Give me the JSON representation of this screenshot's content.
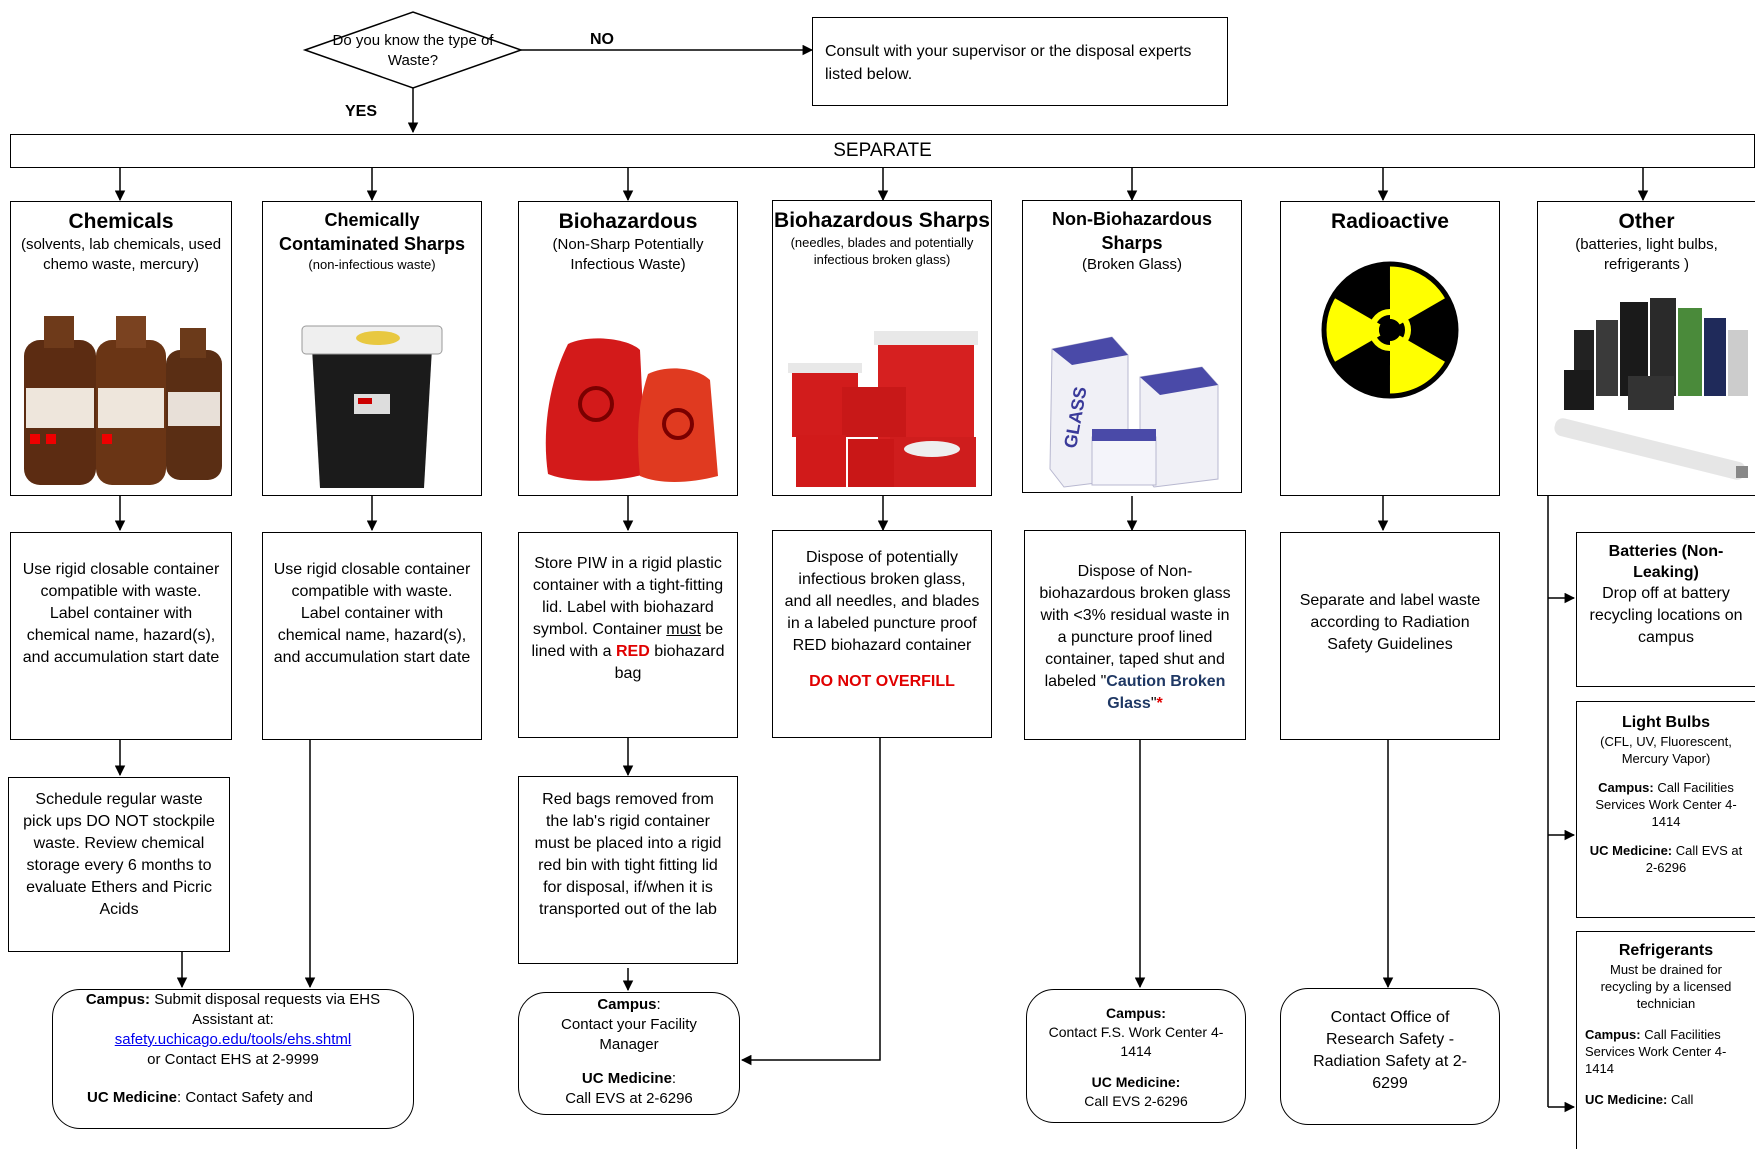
{
  "decision": {
    "question": "Do you know the type of Waste?",
    "no_label": "NO",
    "yes_label": "YES",
    "consult_text": "Consult with your supervisor or the disposal experts listed below."
  },
  "separate_label": "SEPARATE",
  "categories": [
    {
      "title": "Chemicals",
      "subtitle": "(solvents, lab chemicals, used chemo waste, mercury)",
      "icon": "chemical-bottles-icon"
    },
    {
      "title": "Chemically Contaminated Sharps",
      "subtitle": "(non-infectious waste)",
      "icon": "sharps-container-icon"
    },
    {
      "title": "Biohazardous",
      "subtitle": "(Non-Sharp Potentially Infectious Waste)",
      "icon": "biohazard-bag-icon"
    },
    {
      "title": "Biohazardous Sharps",
      "subtitle": "(needles, blades and potentially infectious broken glass)",
      "icon": "red-sharps-container-icon"
    },
    {
      "title": "Non-Biohazardous Sharps",
      "subtitle": "(Broken Glass)",
      "icon": "glass-box-icon"
    },
    {
      "title": "Radioactive",
      "subtitle": "",
      "icon": "radiation-trefoil-icon"
    },
    {
      "title": "Other",
      "subtitle": "(batteries, light bulbs, refrigerants )",
      "icon": "batteries-bulb-icon"
    }
  ],
  "instructions": {
    "chemicals": "Use rigid closable container compatible with waste.  Label container with chemical name, hazard(s), and accumulation start date",
    "chem_sharps": "Use rigid closable container compatible with waste.  Label container with chemical name, hazard(s), and accumulation start date",
    "biohazard": {
      "part1": "Store PIW in a rigid plastic container with a tight-fitting lid.  Label with biohazard symbol.  Container ",
      "must": "must",
      "part2": " be lined with a ",
      "red": "RED",
      "part3": " biohazard bag"
    },
    "bio_sharps": "Dispose of potentially infectious  broken glass, and all needles, and blades in a labeled puncture proof RED biohazard container",
    "bio_sharps_warning": "DO NOT OVERFILL",
    "nonbio_sharps": {
      "part1": "Dispose of Non-biohazardous broken glass with <3% residual waste in a puncture proof lined container, taped shut and labeled \"",
      "caution": "Caution Broken Glass",
      "part2": "\"",
      "star": "*"
    },
    "radioactive": "Separate and label waste according to Radiation Safety Guidelines"
  },
  "second_steps": {
    "chemicals": "Schedule regular waste pick ups DO NOT stockpile waste.  Review chemical storage every 6 months to evaluate Ethers and Picric Acids",
    "biohazard": "Red bags removed from the lab's rigid container must be placed into a rigid red bin with tight fitting lid for disposal, if/when it is transported out of the lab"
  },
  "contacts": {
    "ehs": {
      "campus_label": "Campus:",
      "campus_text": "  Submit disposal requests via EHS Assistant at:",
      "link": "safety.uchicago.edu/tools/ehs.shtml",
      "or_text": "or Contact EHS at 2-9999",
      "ucm_label": "UC Medicine",
      "ucm_text": ": Contact Safety and"
    },
    "facility": {
      "campus_label": "Campus",
      "campus_text": "Contact your Facility Manager",
      "ucm_label": "UC Medicine",
      "ucm_text": "Call EVS at 2-6296"
    },
    "fs": {
      "campus_label": "Campus:",
      "campus_text": "Contact F.S. Work Center 4-1414",
      "ucm_label": "UC Medicine:",
      "ucm_text": "Call  EVS 2-6296"
    },
    "radiation": "Contact  Office of Research Safety - Radiation Safety  at 2-6299"
  },
  "other": {
    "batteries": {
      "title": "Batteries (Non-Leaking)",
      "text": "Drop off at battery recycling locations on campus"
    },
    "bulbs": {
      "title": "Light Bulbs",
      "sub": "(CFL, UV, Fluorescent, Mercury Vapor)",
      "campus_label": "Campus:",
      "campus_text": " Call Facilities Services Work Center 4-1414",
      "ucm_label": "UC Medicine:",
      "ucm_text": " Call  EVS at  2-6296"
    },
    "refrigerants": {
      "title": "Refrigerants",
      "sub": "Must be drained for recycling by a licensed technician",
      "campus_label": "Campus:",
      "campus_text": " Call Facilities Services Work Center 4-1414",
      "ucm_label": "UC Medicine:",
      "ucm_text": " Call"
    }
  },
  "colors": {
    "red": "#e00000",
    "navy": "#1f3864",
    "link": "#0000ee",
    "radiation_yellow": "#ffff00",
    "biohazard_red": "#d31a1a"
  }
}
